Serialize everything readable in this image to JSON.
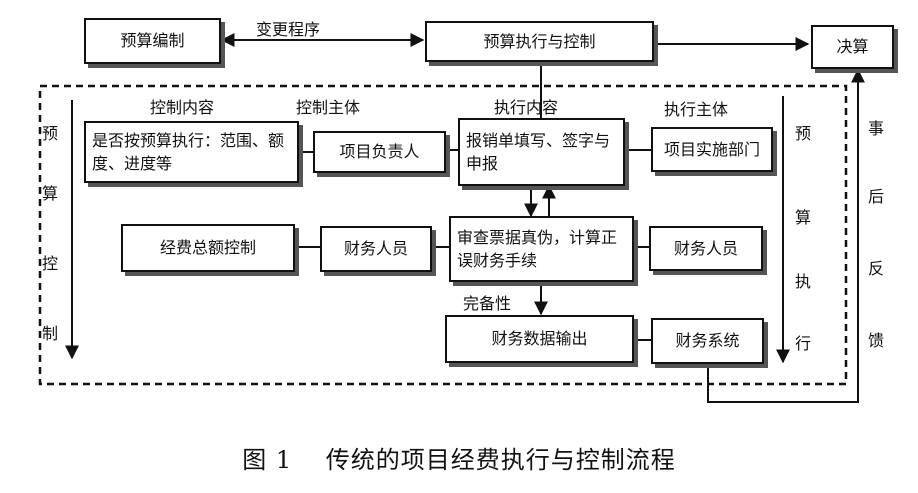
{
  "top": {
    "budget_prep": "预算编制",
    "change_proc": "变更程序",
    "exec_control": "预算执行与控制",
    "final_accounts": "决算"
  },
  "headers": {
    "control_content": "控制内容",
    "control_subject": "控制主体",
    "exec_content": "执行内容",
    "exec_subject": "执行主体"
  },
  "row1": {
    "content": "是否按预算执行：范围、额度、进度等",
    "subject": "项目负责人",
    "exec": "报销单填写、签字与申报",
    "exec_subject": "项目实施部门"
  },
  "row2": {
    "content": "经费总额控制",
    "subject": "财务人员",
    "exec": "审查票据真伪，计算正误财务手续",
    "exec_subject": "财务人员"
  },
  "completeness": "完备性",
  "row3": {
    "exec": "财务数据输出",
    "exec_subject": "财务系统"
  },
  "side": {
    "budget_control": [
      "预",
      "算",
      "控",
      "制"
    ],
    "budget_exec": [
      "预",
      "算",
      "执",
      "行"
    ],
    "post_feedback": [
      "事",
      "后",
      "反",
      "馈"
    ]
  },
  "caption": "图 1　 传统的项目经费执行与控制流程"
}
